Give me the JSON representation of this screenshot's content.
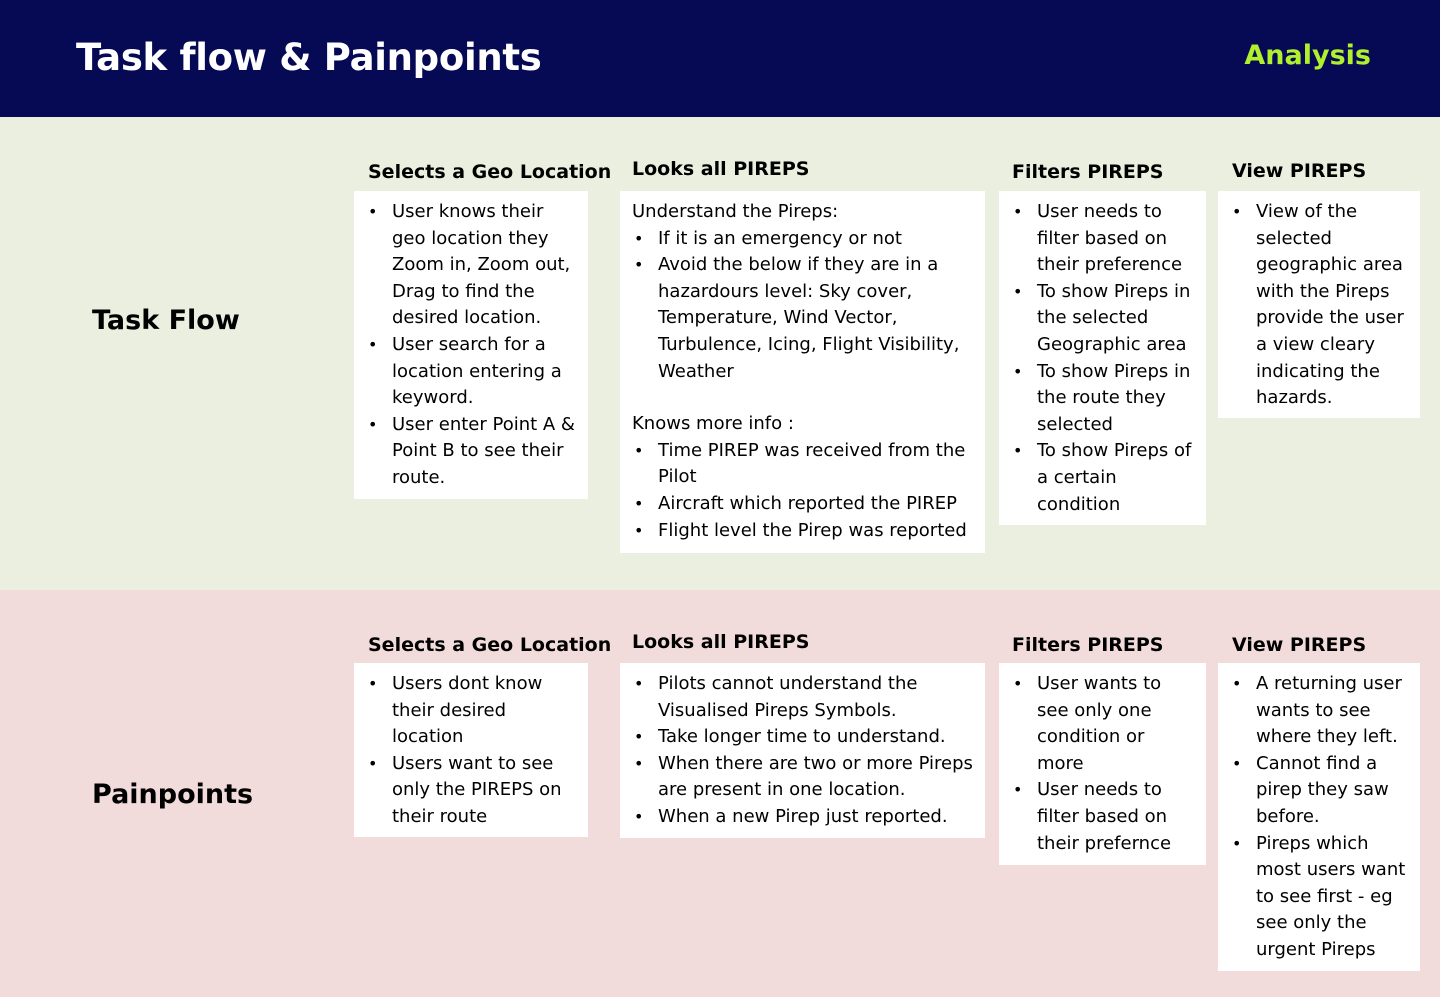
{
  "header": {
    "title": "Task flow & Painpoints",
    "tag": "Analysis",
    "background_color": "#060a55",
    "tag_color": "#b0f02c"
  },
  "task_flow": {
    "label": "Task Flow",
    "background_color": "#ebefdf",
    "columns": [
      {
        "title": "Selects a Geo Location",
        "items": [
          "User knows their geo location they Zoom in, Zoom out, Drag to find the desired location.",
          "User search for a location entering a keyword.",
          "User enter Point A & Point B to see their route."
        ]
      },
      {
        "title": "Looks all PIREPS",
        "intro1": "Understand the Pireps:",
        "items1": [
          "If it is an emergency or not",
          "Avoid the below if they are in a hazardours level: Sky cover, Temperature, Wind Vector, Turbulence, Icing, Flight Visibility, Weather"
        ],
        "intro2": "Knows more info :",
        "items2": [
          "Time PIREP was received from the Pilot",
          "Aircraft which reported the PIREP",
          "Flight level the Pirep was reported"
        ]
      },
      {
        "title": "Filters PIREPS",
        "items": [
          "User needs to filter based on their preference",
          "To show Pireps in the selected Geographic area",
          "To show Pireps in the route they selected",
          "To show Pireps of a certain condition"
        ]
      },
      {
        "title": "View PIREPS",
        "items": [
          "View of the selected geographic area with the Pireps provide the user a view cleary indicating the hazards."
        ]
      }
    ]
  },
  "painpoints": {
    "label": "Painpoints",
    "background_color": "#f2dbdb",
    "columns": [
      {
        "title": "Selects a Geo Location",
        "items": [
          "Users dont know their desired location",
          "Users want to see only the PIREPS on their route"
        ]
      },
      {
        "title": "Looks all PIREPS",
        "items": [
          "Pilots cannot understand the Visualised Pireps Symbols.",
          "Take longer time to understand.",
          "When there are two or more Pireps are present in one location.",
          "When a new Pirep just reported."
        ]
      },
      {
        "title": "Filters PIREPS",
        "items": [
          "User wants to see only one condition or more",
          "User needs to filter based on their prefernce"
        ]
      },
      {
        "title": "View PIREPS",
        "items": [
          "A returning user wants to see where they left.",
          "Cannot find a pirep they saw before.",
          "Pireps which most users want to see first - eg see only the urgent Pireps"
        ]
      }
    ]
  }
}
